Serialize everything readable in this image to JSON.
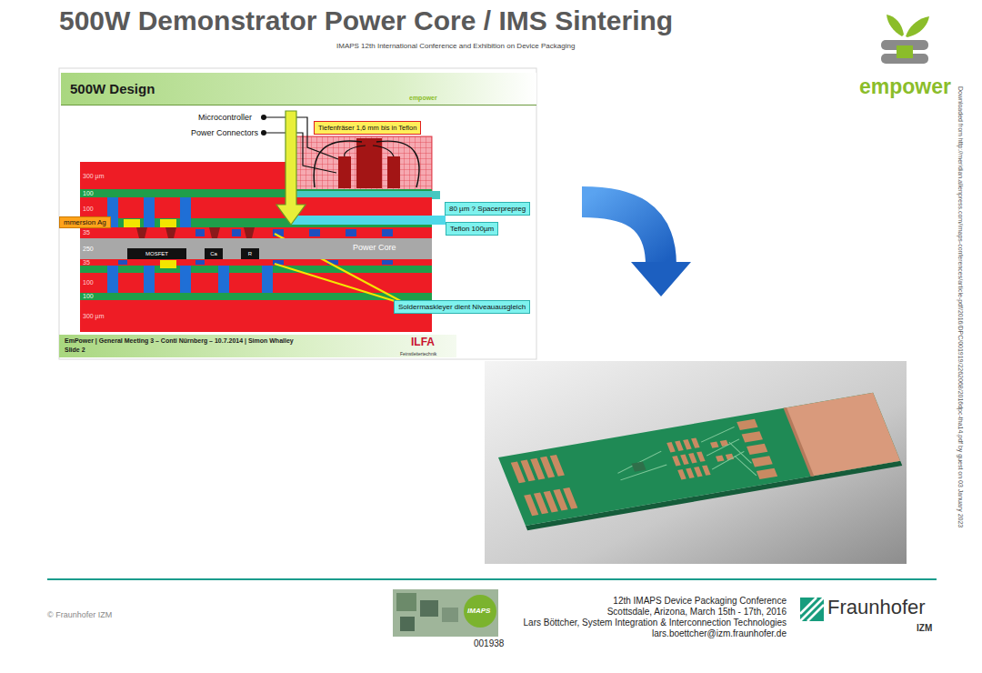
{
  "diagram": {
    "title": "500W Demonstrator Power Core / IMS Sintering",
    "nodes": [
      {
        "text": [
          "500W Design"
        ]
      },
      {
        "text": [
          "Tiefenfräser 1,6 mm bis in Teflon"
        ]
      },
      {
        "text": [
          "80 µm ? Spacerprepreg"
        ]
      },
      {
        "text": [
          "Teflon 100µm"
        ]
      },
      {
        "text": [
          "mmersion Ag"
        ]
      },
      {
        "text": [
          "Power Core"
        ]
      },
      {
        "text": [
          "MOSFET"
        ],
        "in": 5
      },
      {
        "text": [
          "Ca"
        ],
        "in": 5
      },
      {
        "text": [
          "R"
        ],
        "in": 5
      },
      {
        "text": [
          "Soldermaskleyer dient Niveauausgleich"
        ]
      },
      {
        "text": [
          "EmPower | General Meeting 3 – Conti Nürnberg – 10.7.2014 | Simon Whalley",
          "Slide 2"
        ]
      }
    ],
    "labels": [
      "IMAPS 12th International Conference and Exhibition on Device Packaging",
      "empower",
      "Downloaded from http://meridian.allenpress.com/imaps-conferences/article-pdf/2016/DPC/001919/2262068/2016dpc-tha14.pdf by guest on 03 January 2023",
      "empower",
      "Microcontroller",
      "Power Connectors",
      "300 µm",
      "100",
      "100",
      "35",
      "250",
      "35",
      "100",
      "100",
      "300 µm",
      "ILFA",
      "Feinstleitertechnik",
      "© Fraunhofer IZM",
      "IMAPS",
      "001938",
      "12th IMAPS Device Packaging Conference",
      "Scottsdale, Arizona, March 15th - 17th, 2016",
      "Lars Böttcher, System Integration & Interconnection Technologies",
      "lars.boettcher@izm.fraunhofer.de",
      "Fraunhofer",
      "IZM"
    ]
  }
}
